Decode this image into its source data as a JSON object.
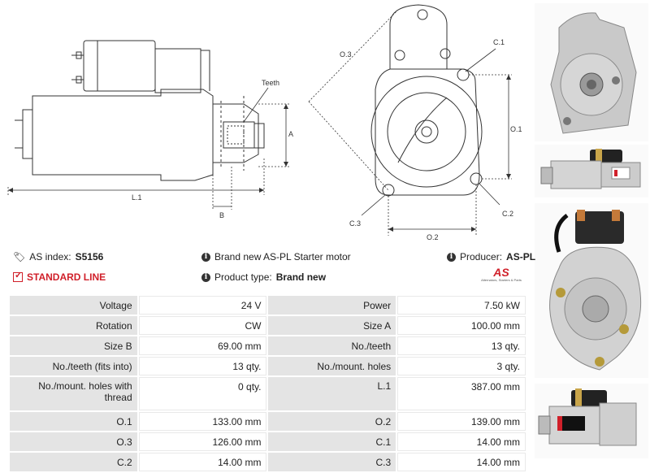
{
  "diagram": {
    "labels": {
      "teeth": "Teeth",
      "a": "A",
      "b": "B",
      "l1": "L.1",
      "o1": "O.1",
      "o2": "O.2",
      "o3": "O.3",
      "c1": "C.1",
      "c2": "C.2",
      "c3": "C.3"
    }
  },
  "info": {
    "as_index_label": "AS index:",
    "as_index_value": "S5156",
    "standard_line": "STANDARD LINE",
    "brand_new_text": "Brand new AS-PL Starter motor",
    "product_type_label": "Product type:",
    "product_type_value": "Brand new",
    "producer_label": "Producer:",
    "producer_value": "AS-PL",
    "logo_text": "AS",
    "logo_tagline": "Alternators, Starters & Parts"
  },
  "specs": {
    "rows": [
      {
        "k1": "Voltage",
        "v1": "24 V",
        "k2": "Power",
        "v2": "7.50 kW"
      },
      {
        "k1": "Rotation",
        "v1": "CW",
        "k2": "Size A",
        "v2": "100.00 mm"
      },
      {
        "k1": "Size B",
        "v1": "69.00 mm",
        "k2": "No./teeth",
        "v2": "13 qty."
      },
      {
        "k1": "No./teeth (fits into)",
        "v1": "13 qty.",
        "k2": "No./mount. holes",
        "v2": "3 qty."
      },
      {
        "k1": "No./mount. holes with thread",
        "v1": "0 qty.",
        "k2": "L.1",
        "v2": "387.00 mm"
      },
      {
        "k1": "O.1",
        "v1": "133.00 mm",
        "k2": "O.2",
        "v2": "139.00 mm"
      },
      {
        "k1": "O.3",
        "v1": "126.00 mm",
        "k2": "C.1",
        "v2": "14.00 mm"
      },
      {
        "k1": "C.2",
        "v1": "14.00 mm",
        "k2": "C.3",
        "v2": "14.00 mm"
      }
    ]
  },
  "colors": {
    "accent_red": "#d0202a",
    "key_bg": "#e4e4e4"
  },
  "photos": [
    "starter-front-view-photo",
    "starter-side-view-photo",
    "starter-rear-view-photo",
    "starter-side-view-photo-2"
  ]
}
